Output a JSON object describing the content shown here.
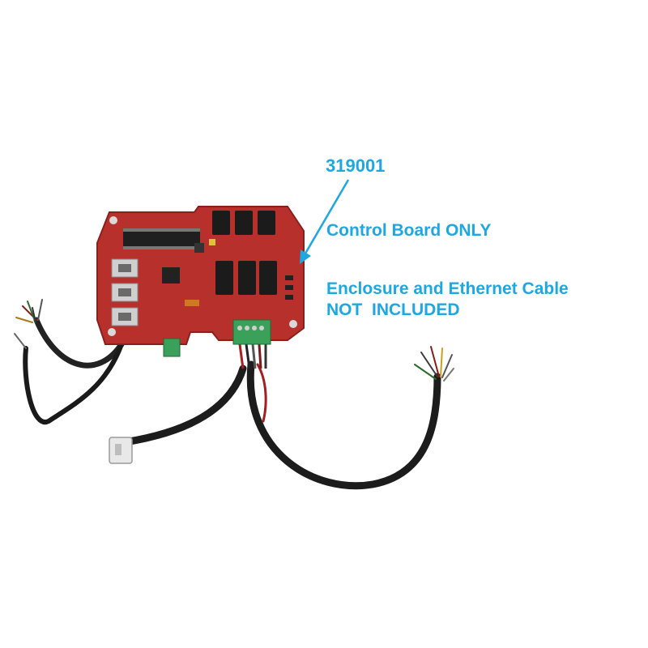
{
  "annotation": {
    "part_number": "319001",
    "description": "Control Board ONLY",
    "exclusion_line1": "Enclosure and Ethernet Cable",
    "exclusion_line2": "NOT  INCLUDED"
  },
  "colors": {
    "annotation_text": "#1ea7e1",
    "board": "#b8302c",
    "background": "#ffffff"
  }
}
